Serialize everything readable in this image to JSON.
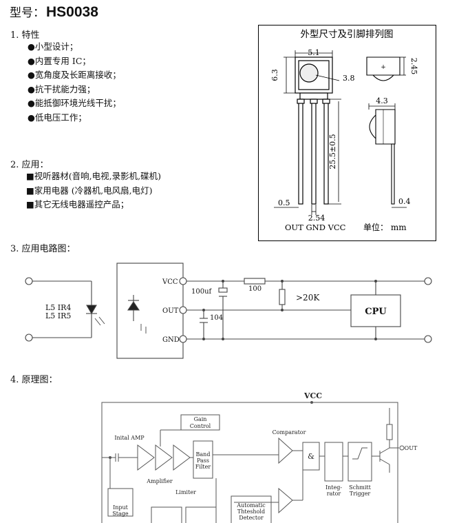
{
  "header": {
    "label": "型号：",
    "model": "HS0038"
  },
  "features": {
    "heading": "1.  特性",
    "items": [
      "●小型设计；",
      "●内置专用 IC；",
      "●宽角度及长距离接收；",
      "●抗干扰能力强；",
      "●能抵御环境光线干扰；",
      "●低电压工作；"
    ]
  },
  "applications": {
    "heading": "2.  应用：",
    "items": [
      "■视听器材(音响,电视,录影机,碟机)",
      "■家用电器 (冷器机,电风扇,电灯)",
      "■其它无线电器遥控产品；"
    ]
  },
  "dimension_box": {
    "title": "外型尺寸及引脚排列图",
    "dims": {
      "width": "5.1",
      "height": "6.3",
      "lens": "3.8",
      "depth": "2.45",
      "side_width": "4.3",
      "lead_length": "25.5±0.5",
      "lead_width": "0.5",
      "pitch": "2.54",
      "lead_thick": "0.4"
    },
    "pins": "OUT GND VCC",
    "unit": "单位：  mm"
  },
  "circuit": {
    "heading": "3.  应用电路图：",
    "ir_labels": [
      "L5  IR4",
      "L5  IR5"
    ],
    "pins": [
      "VCC",
      "OUT",
      "GND"
    ],
    "cap1": "100uf",
    "cap2": "104",
    "resistor": "100",
    "pullup": ">20K",
    "cpu": "CPU"
  },
  "schematic": {
    "heading": "4.  原理图：",
    "vcc": "VCC",
    "gain": [
      "Gain",
      "Control"
    ],
    "amp": "Inital AMP",
    "amplifier": "Amplifier",
    "limiter": "Limiter",
    "bpf": [
      "Band",
      "Pass",
      "Filter"
    ],
    "comparator": "Comparator",
    "and": "&",
    "integrator": [
      "Integ-",
      "rator"
    ],
    "schmitt": [
      "Schmitt",
      "Trigger"
    ],
    "out": "OUT",
    "input_stage": [
      "Input",
      "Stage"
    ],
    "atd": [
      "Automatic",
      "Thteshold",
      "Detector"
    ]
  }
}
